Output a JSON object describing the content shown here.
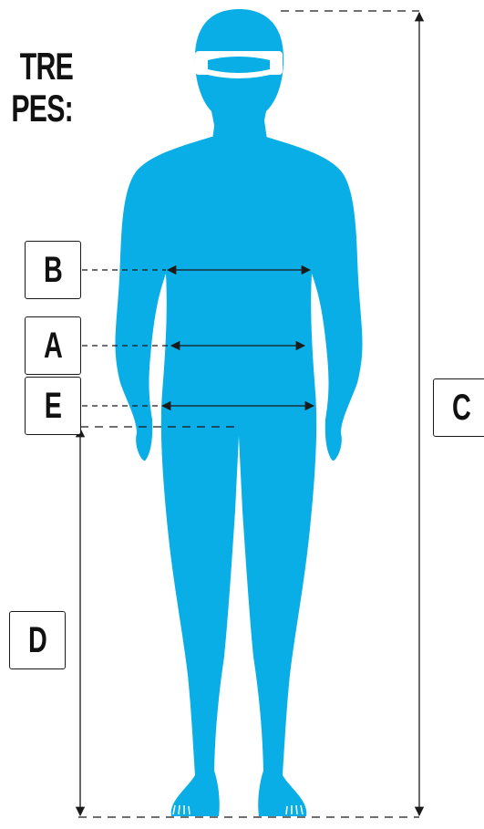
{
  "heading": {
    "line1": "TRE",
    "line2": "PES:"
  },
  "labels": {
    "b": "B",
    "a": "A",
    "e": "E",
    "d": "D",
    "c": "C"
  },
  "colors": {
    "body_silhouette": "#0aaee6",
    "goggle_strap": "#ffffff",
    "lines": "#1a1a1a"
  }
}
